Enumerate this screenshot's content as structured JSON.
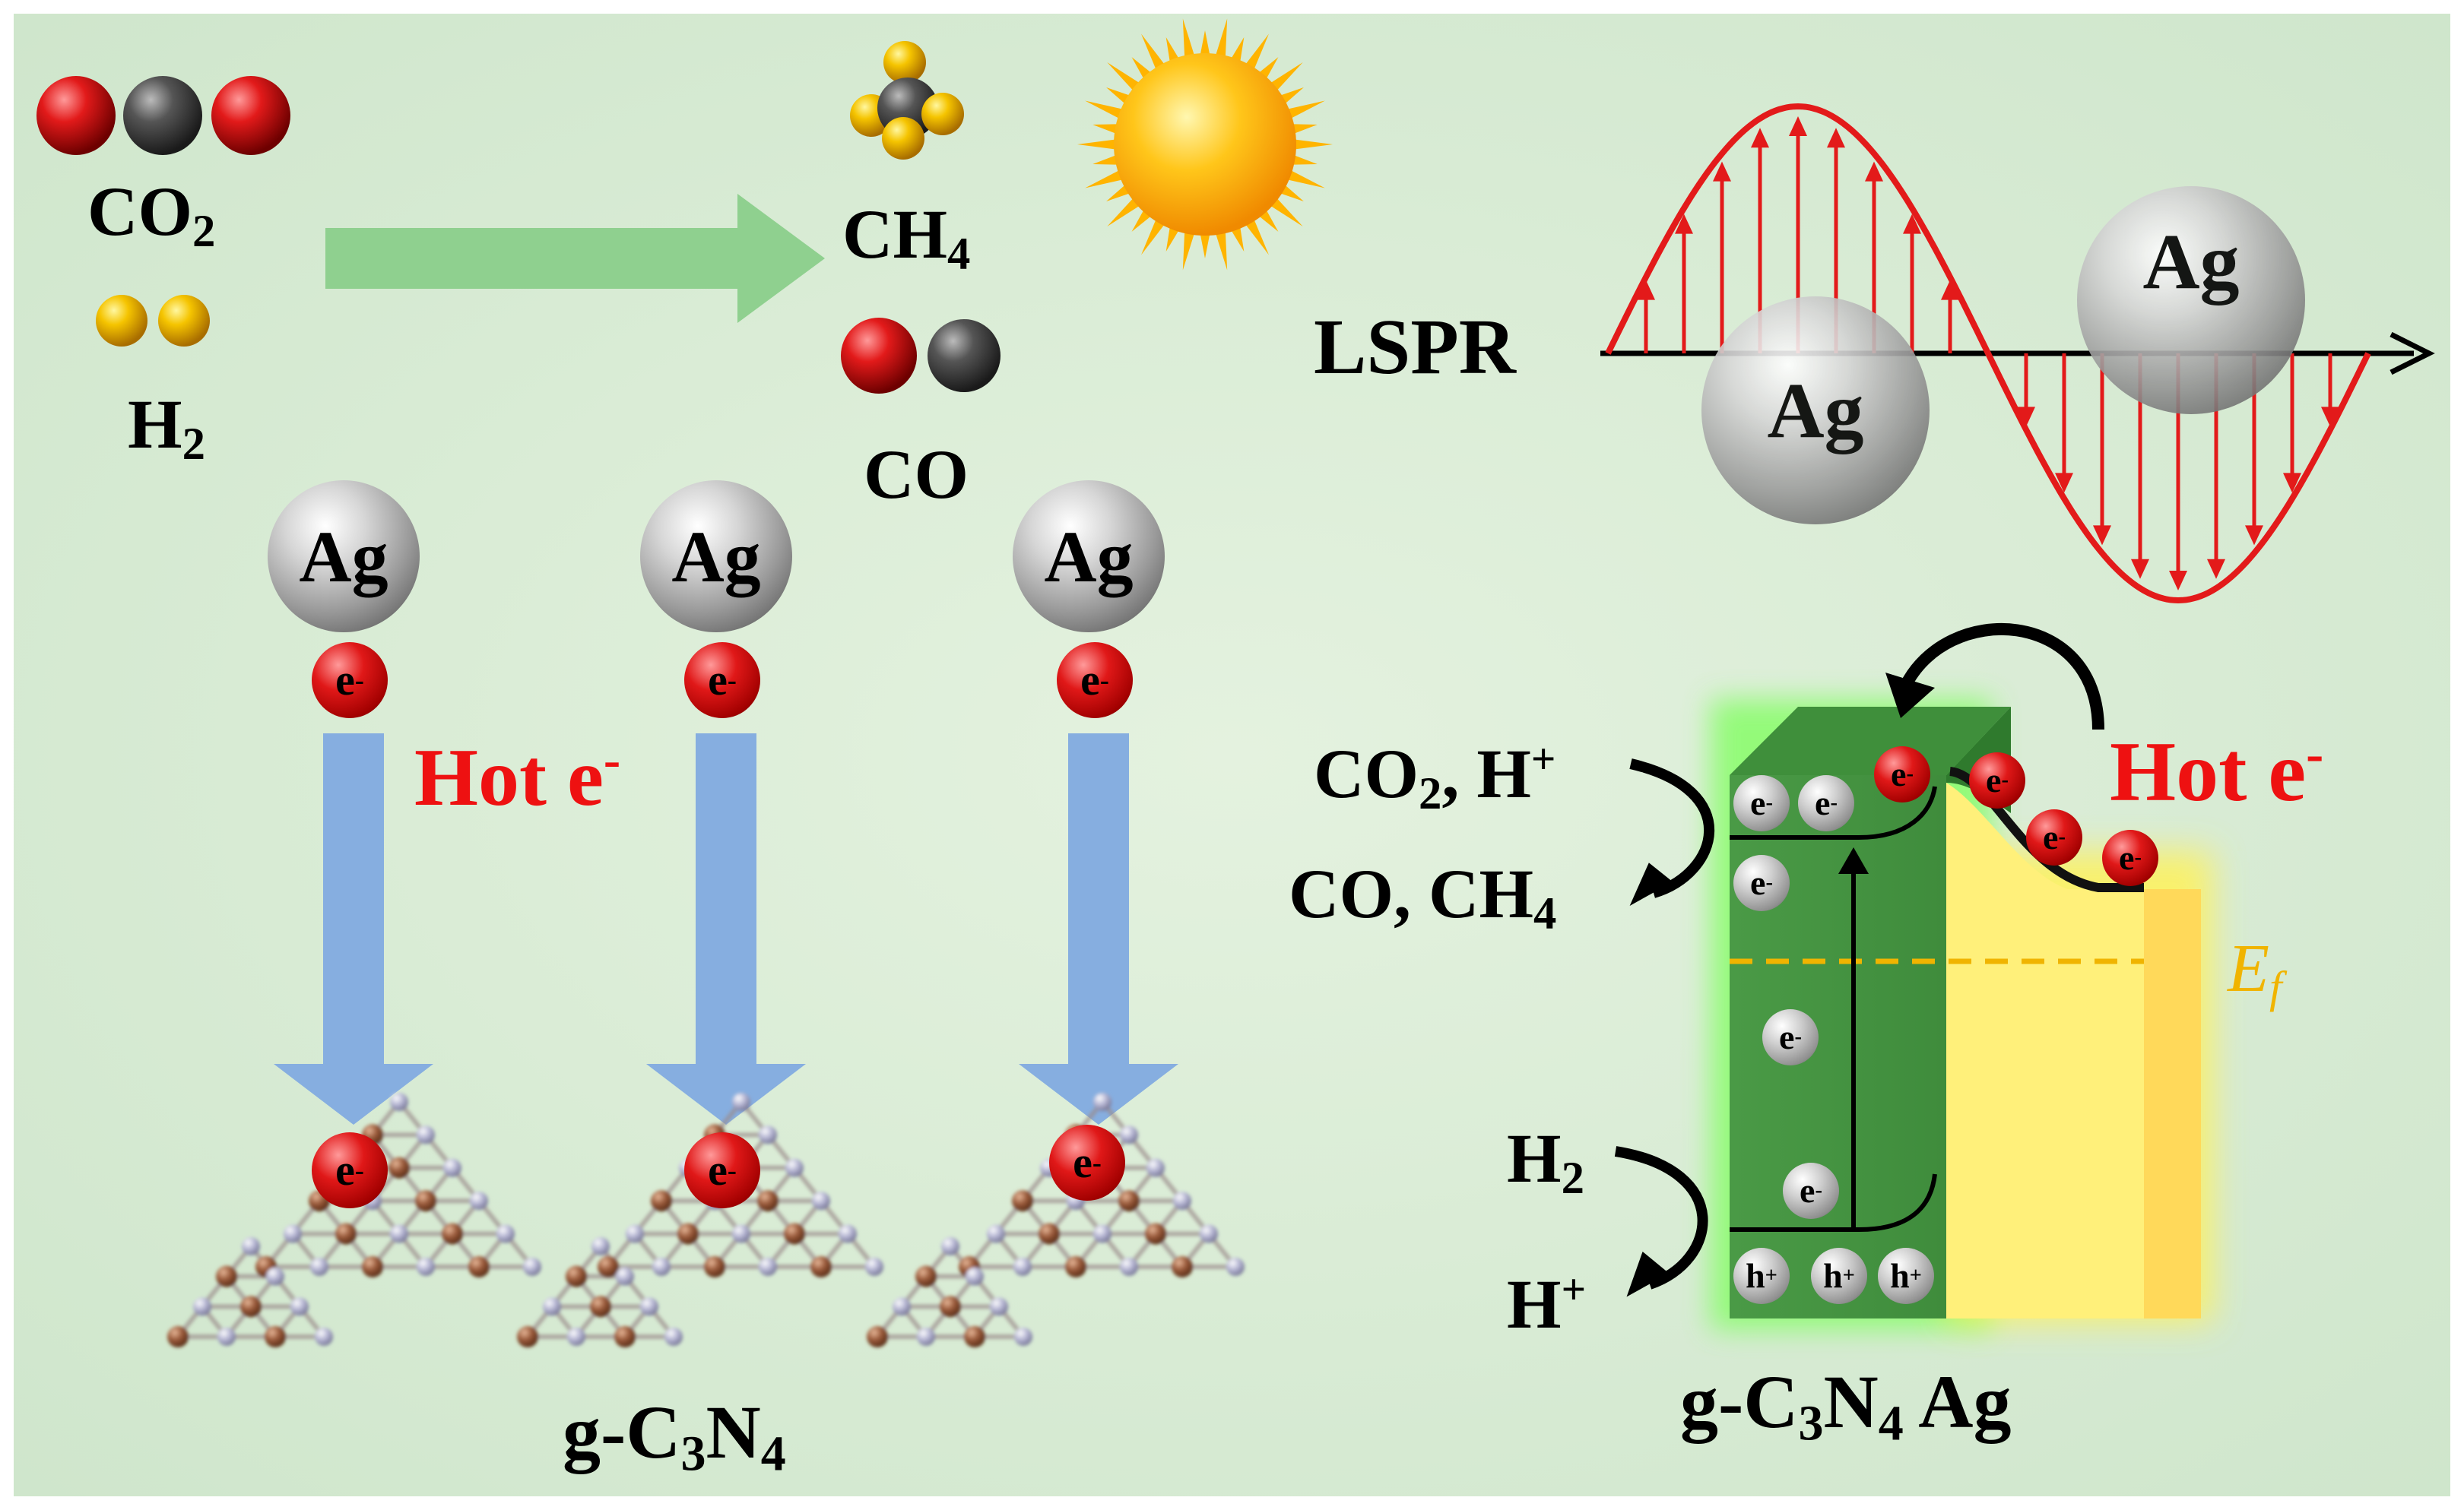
{
  "left_panel": {
    "reactants": {
      "co2_label": "CO",
      "co2_sub": "2",
      "h2_label": "H",
      "h2_sub": "2"
    },
    "products": {
      "ch4_label": "CH",
      "ch4_sub": "4",
      "co_label": "CO"
    },
    "ag_label": "Ag",
    "electron_label": "e",
    "electron_charge": "-",
    "hot_label": "Hot e",
    "hot_charge": "-",
    "substrate": {
      "prefix": "g-C",
      "sub1": "3",
      "mid": "N",
      "sub2": "4"
    }
  },
  "right_panel": {
    "lspr_label": "LSPR",
    "ag_label": "Ag",
    "hot_label": "Hot e",
    "hot_charge": "-",
    "reduction": {
      "in_text": "CO",
      "in_sub": "2",
      "in_text2": ", H",
      "in_sup": "+",
      "out_text": "CO, CH",
      "out_sub": "4"
    },
    "oxidation": {
      "in_text": "H",
      "in_sub": "2",
      "out_text": "H",
      "out_sup": "+"
    },
    "fermi_label": "E",
    "fermi_sub": "f",
    "electron_label": "e",
    "electron_charge": "-",
    "hole_label": "h",
    "hole_charge": "+",
    "bottom": {
      "prefix": "g-C",
      "sub1": "3",
      "mid": "N",
      "sub2": "4",
      "suffix": " Ag"
    }
  },
  "colors": {
    "background": "#d9ecd6",
    "arrow_green": "#8fd08f",
    "arrow_blue": "#86aee0",
    "wave": "#e31a1a",
    "gc3n4_box": "#4fa04b",
    "ag_band": "#fff27a",
    "fermi": "#f0b400"
  }
}
